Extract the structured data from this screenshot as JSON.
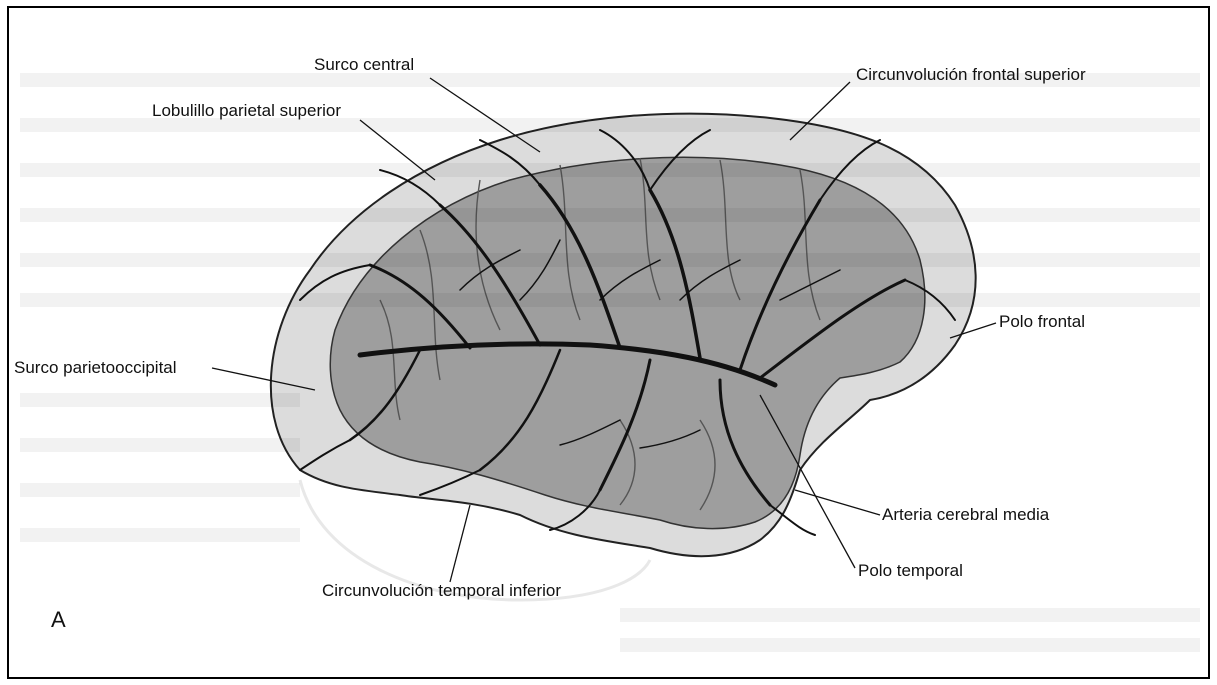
{
  "labels": {
    "surco_central": "Surco central",
    "circunvolucion_frontal_superior": "Circunvolución frontal superior",
    "lobulillo_parietal_superior": "Lobulillo parietal superior",
    "polo_frontal": "Polo frontal",
    "surco_parietooccipital": "Surco parietooccipital",
    "arteria_cerebral_media": "Arteria cerebral media",
    "polo_temporal": "Polo temporal",
    "circunvolucion_temporal_inferior": "Circunvolución temporal inferior",
    "panel": "A"
  },
  "colors": {
    "outer_cortex": "#dcdcdc",
    "inner_territory": "#9e9e9e",
    "vessels": "#111111",
    "background": "#ffffff"
  }
}
